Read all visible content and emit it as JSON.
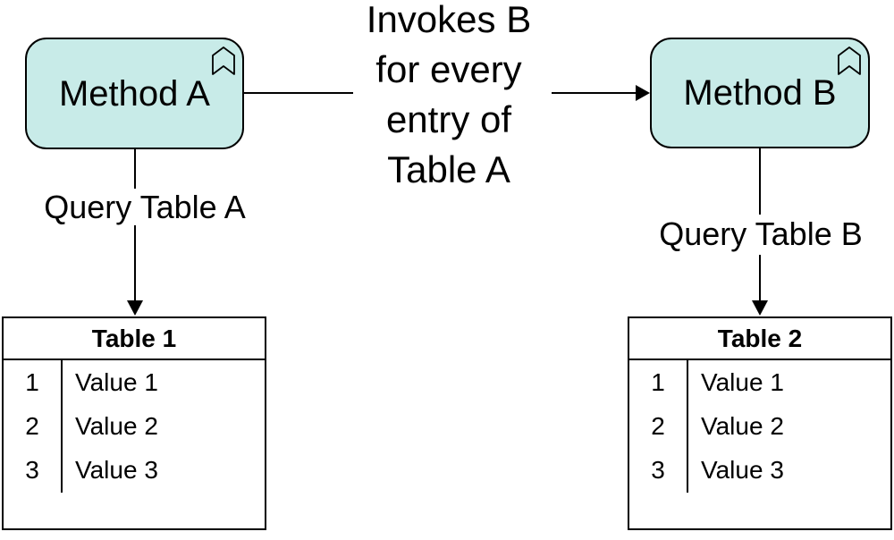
{
  "colors": {
    "background": "#ffffff",
    "node_fill": "#c8ebe8",
    "node_border": "#000000",
    "line": "#000000",
    "text": "#000000"
  },
  "nodes": {
    "method_a": {
      "label": "Method A",
      "icon": "bookmark-icon"
    },
    "method_b": {
      "label": "Method B",
      "icon": "bookmark-icon"
    }
  },
  "edges": {
    "invoke": {
      "lines": [
        "Invokes B",
        "for every",
        "entry of",
        "Table A"
      ]
    },
    "query_a": {
      "label": "Query Table A"
    },
    "query_b": {
      "label": "Query Table B"
    }
  },
  "tables": {
    "table1": {
      "title": "Table 1",
      "rows": [
        {
          "key": "1",
          "value": "Value 1"
        },
        {
          "key": "2",
          "value": "Value 2"
        },
        {
          "key": "3",
          "value": "Value 3"
        }
      ]
    },
    "table2": {
      "title": "Table 2",
      "rows": [
        {
          "key": "1",
          "value": "Value 1"
        },
        {
          "key": "2",
          "value": "Value 2"
        },
        {
          "key": "3",
          "value": "Value 3"
        }
      ]
    }
  }
}
